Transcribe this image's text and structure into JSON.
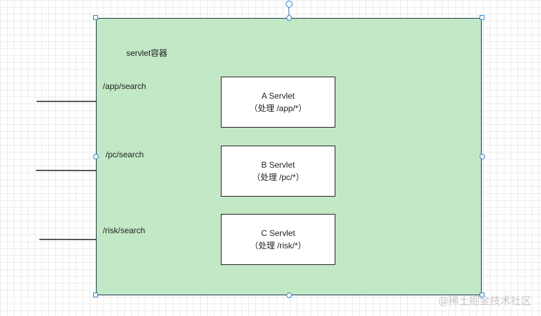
{
  "container": {
    "label": "servlet容器"
  },
  "routes": [
    {
      "path": "/app/search",
      "servlet": "A Servlet",
      "handles": "（处理  /app/*）"
    },
    {
      "path": "/pc/search",
      "servlet": "B Servlet",
      "handles": "（处理  /pc/*）"
    },
    {
      "path": "/risk/search",
      "servlet": "C Servlet",
      "handles": "（处理    /risk/*）"
    }
  ],
  "watermark": "@稀土掘金技术社区",
  "colors": {
    "container_fill": "#c2e8c6",
    "container_border": "#1f3a52",
    "handle": "#2a7fd4",
    "arrow": "#222222"
  }
}
